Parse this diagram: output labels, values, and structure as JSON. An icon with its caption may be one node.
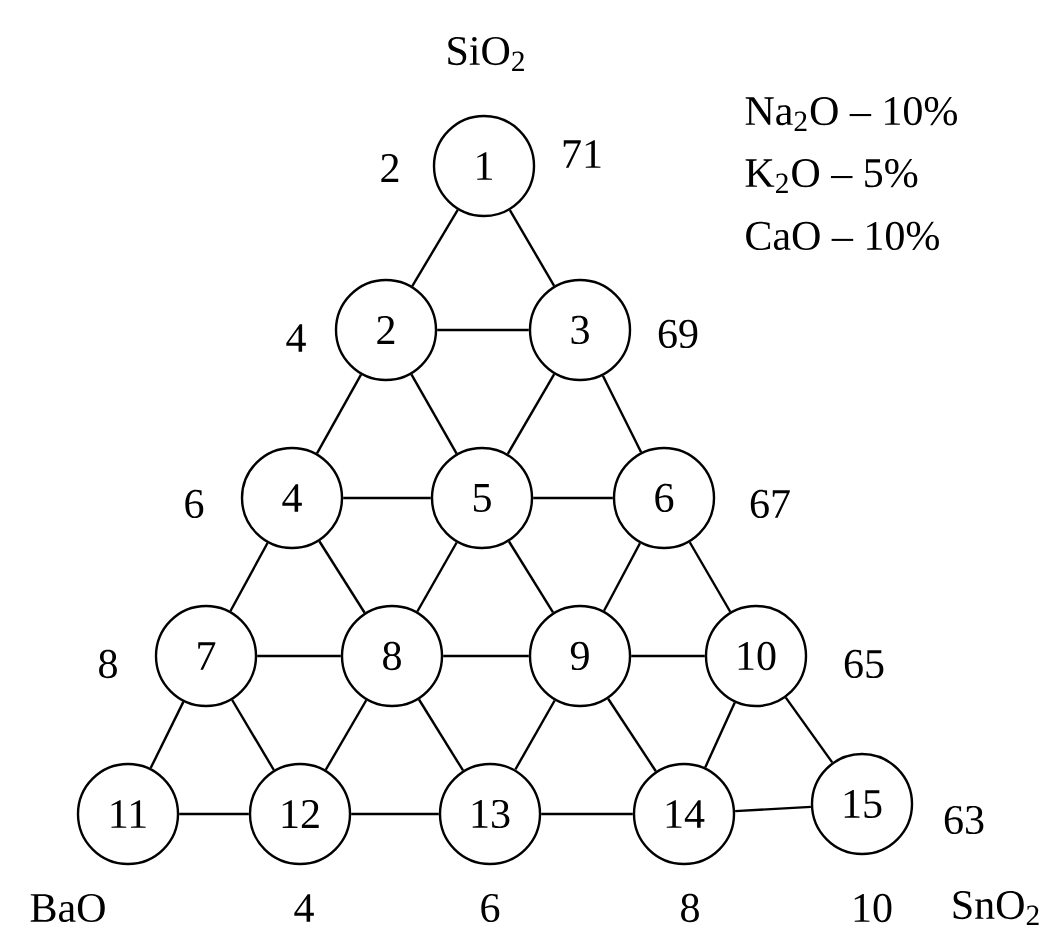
{
  "diagram": {
    "nodes": [
      {
        "text": [
          "1"
        ]
      },
      {
        "text": [
          "2"
        ]
      },
      {
        "text": [
          "3"
        ]
      },
      {
        "text": [
          "4"
        ]
      },
      {
        "text": [
          "5"
        ]
      },
      {
        "text": [
          "6"
        ]
      },
      {
        "text": [
          "7"
        ]
      },
      {
        "text": [
          "8"
        ]
      },
      {
        "text": [
          "9"
        ]
      },
      {
        "text": [
          "10"
        ]
      },
      {
        "text": [
          "11"
        ]
      },
      {
        "text": [
          "12"
        ]
      },
      {
        "text": [
          "13"
        ]
      },
      {
        "text": [
          "14"
        ]
      },
      {
        "text": [
          "15"
        ]
      }
    ],
    "edges": [
      {
        "from": 0,
        "to": 1,
        "arrow": "none"
      },
      {
        "from": 0,
        "to": 2,
        "arrow": "none"
      },
      {
        "from": 1,
        "to": 2,
        "arrow": "none"
      },
      {
        "from": 1,
        "to": 3,
        "arrow": "none"
      },
      {
        "from": 1,
        "to": 4,
        "arrow": "none"
      },
      {
        "from": 2,
        "to": 4,
        "arrow": "none"
      },
      {
        "from": 2,
        "to": 5,
        "arrow": "none"
      },
      {
        "from": 3,
        "to": 4,
        "arrow": "none"
      },
      {
        "from": 4,
        "to": 5,
        "arrow": "none"
      },
      {
        "from": 3,
        "to": 6,
        "arrow": "none"
      },
      {
        "from": 3,
        "to": 7,
        "arrow": "none"
      },
      {
        "from": 4,
        "to": 7,
        "arrow": "none"
      },
      {
        "from": 4,
        "to": 8,
        "arrow": "none"
      },
      {
        "from": 5,
        "to": 8,
        "arrow": "none"
      },
      {
        "from": 5,
        "to": 9,
        "arrow": "none"
      },
      {
        "from": 6,
        "to": 7,
        "arrow": "none"
      },
      {
        "from": 7,
        "to": 8,
        "arrow": "none"
      },
      {
        "from": 8,
        "to": 9,
        "arrow": "none"
      },
      {
        "from": 6,
        "to": 10,
        "arrow": "none"
      },
      {
        "from": 6,
        "to": 11,
        "arrow": "none"
      },
      {
        "from": 7,
        "to": 11,
        "arrow": "none"
      },
      {
        "from": 7,
        "to": 12,
        "arrow": "none"
      },
      {
        "from": 8,
        "to": 12,
        "arrow": "none"
      },
      {
        "from": 8,
        "to": 13,
        "arrow": "none"
      },
      {
        "from": 9,
        "to": 13,
        "arrow": "none"
      },
      {
        "from": 9,
        "to": 14,
        "arrow": "none"
      },
      {
        "from": 10,
        "to": 11,
        "arrow": "none"
      },
      {
        "from": 11,
        "to": 12,
        "arrow": "none"
      },
      {
        "from": 12,
        "to": 13,
        "arrow": "none"
      },
      {
        "from": 13,
        "to": 14,
        "arrow": "none"
      }
    ],
    "labels": [
      "SiO$_{2}$",
      "Na$_{2}$O – 10%",
      "2",
      "71",
      "K$_{2}$O – 5%",
      "CaO – 10%",
      "4",
      "69",
      "6",
      "67",
      "8",
      "65",
      "63",
      "BaO",
      "4",
      "6",
      "8",
      "10",
      "SnO$_{2}$"
    ]
  }
}
